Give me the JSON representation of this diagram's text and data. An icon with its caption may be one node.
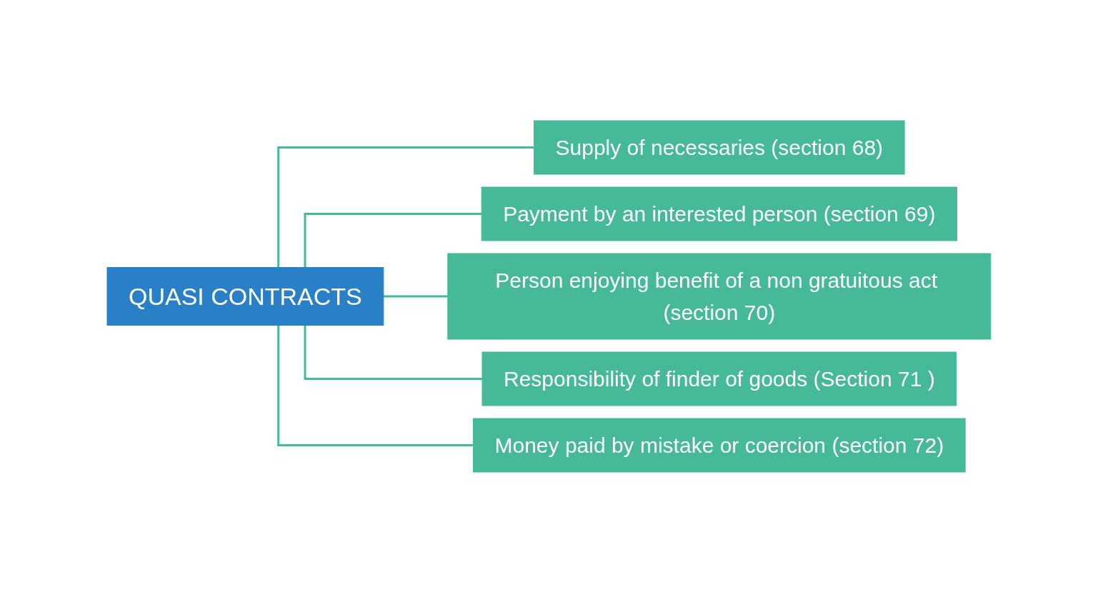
{
  "diagram": {
    "nodes": [
      {
        "text": [
          "QUASI CONTRACTS"
        ]
      },
      {
        "text": [
          "Supply of necessaries (section 68)"
        ]
      },
      {
        "text": [
          "Payment by an interested person (section 69)"
        ]
      },
      {
        "text": [
          "Person enjoying benefit of a non gratuitous act (section 70)"
        ]
      },
      {
        "text": [
          "Responsibility of finder of goods (Section 71 )"
        ]
      },
      {
        "text": [
          "Money paid by mistake or coercion (section 72)"
        ]
      }
    ],
    "edges": [
      {
        "from": 0,
        "to": 1,
        "arrow": "none"
      },
      {
        "from": 0,
        "to": 2,
        "arrow": "none"
      },
      {
        "from": 0,
        "to": 3,
        "arrow": "none"
      },
      {
        "from": 0,
        "to": 4,
        "arrow": "none"
      },
      {
        "from": 0,
        "to": 5,
        "arrow": "none"
      }
    ]
  }
}
